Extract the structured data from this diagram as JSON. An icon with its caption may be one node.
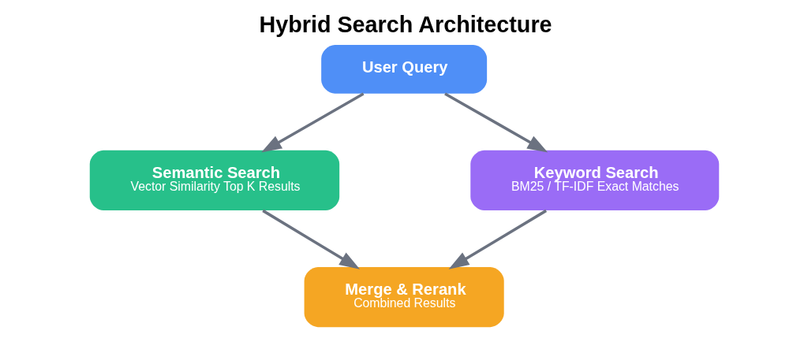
{
  "diagram": {
    "title": "Hybrid Search Architecture",
    "nodes": [
      {
        "text": [
          "User Query"
        ]
      },
      {
        "text": [
          "Semantic Search",
          "Vector Similarity Top K Results"
        ]
      },
      {
        "text": [
          "Keyword Search",
          "BM25 / TF-IDF Exact Matches"
        ]
      },
      {
        "text": [
          "Merge & Rerank",
          "Combined Results"
        ]
      }
    ],
    "edges": [
      {
        "from": 0,
        "to": 1,
        "arrow": "to"
      },
      {
        "from": 0,
        "to": 2,
        "arrow": "to"
      },
      {
        "from": 1,
        "to": 3,
        "arrow": "to"
      },
      {
        "from": 2,
        "to": 3,
        "arrow": "to"
      }
    ]
  }
}
